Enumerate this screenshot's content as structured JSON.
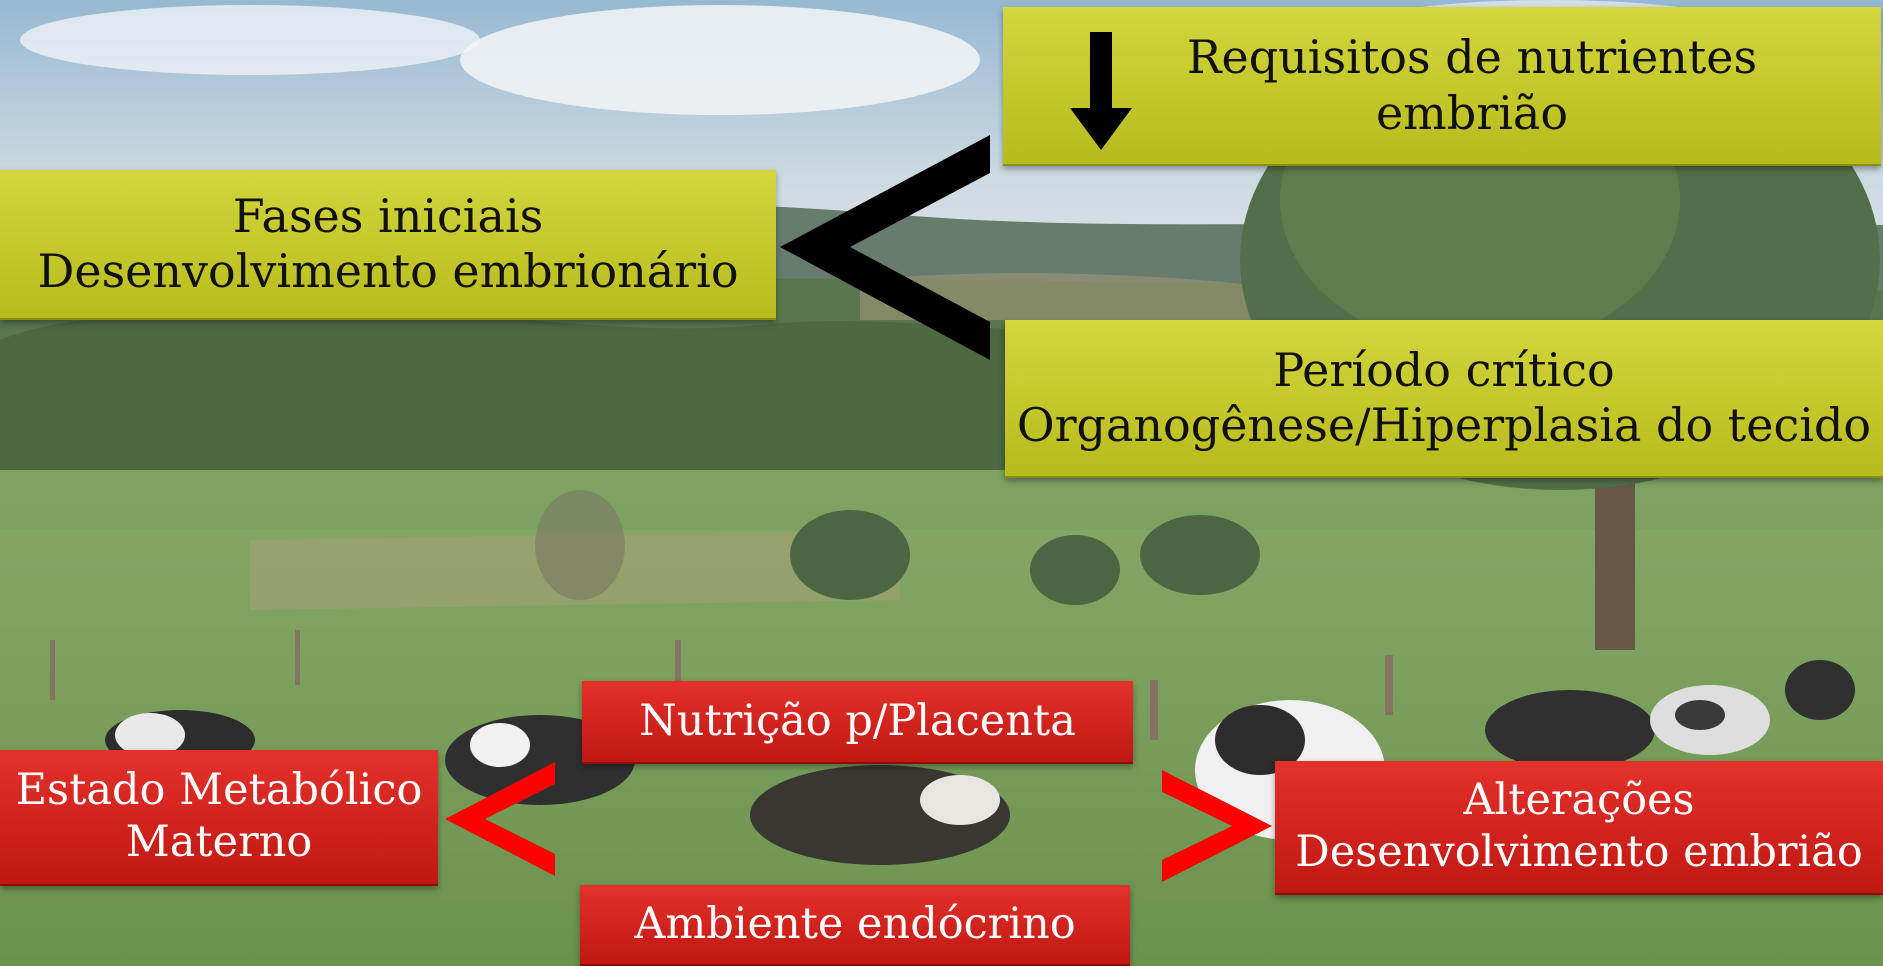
{
  "colors": {
    "yellow_box": "#c8cb2a",
    "red_box": "#d4221c",
    "yellow_text": "#111111",
    "red_text": "#ffffff",
    "chevron_black": "#000000",
    "chevron_red": "#ff0000"
  },
  "background": "pasture landscape with grazing dairy cows, trees and hills",
  "boxes": {
    "fases": {
      "line1": "Fases iniciais",
      "line2": "Desenvolvimento embrionário"
    },
    "requisitos": {
      "line1": "Requisitos de nutrientes",
      "line2": "embrião"
    },
    "periodo": {
      "line1": "Período crítico",
      "line2": "Organogênese/Hiperplasia do tecido"
    },
    "nutricao": {
      "line1": "Nutrição p/Placenta"
    },
    "estado": {
      "line1": "Estado Metabólico",
      "line2": "Materno"
    },
    "ambiente": {
      "line1": "Ambiente endócrino"
    },
    "alteracoes": {
      "line1": "Alterações",
      "line2": "Desenvolvimento embrião"
    }
  },
  "icons": [
    "down-arrow-icon",
    "less-than-chevron-icon",
    "greater-than-chevron-icon"
  ]
}
